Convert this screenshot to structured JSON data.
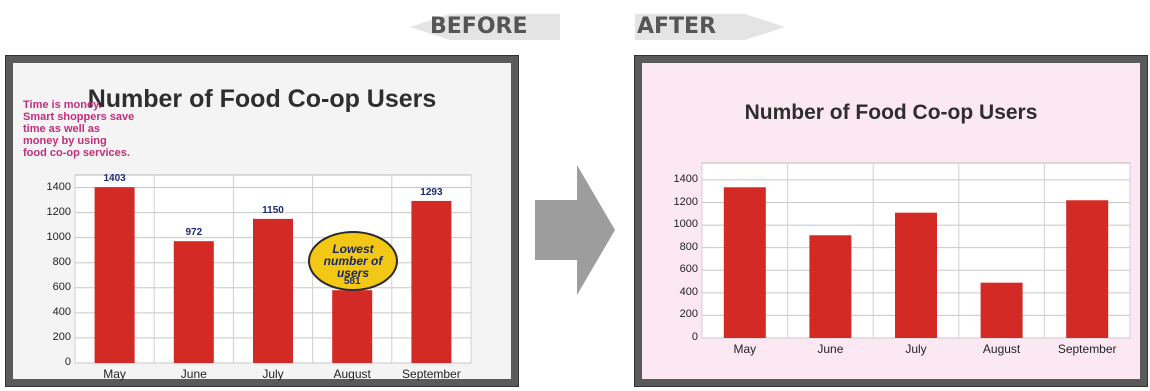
{
  "headers": {
    "before": "BEFORE",
    "after": "AFTER"
  },
  "colors": {
    "bar": "#d42a25",
    "after_bg": "#fbe8f3",
    "frame": "#5a5a5a",
    "oval": "#f3c814",
    "callout_text": "#c0307a"
  },
  "before_panel": {
    "message": [
      "Time is money.",
      "Smart shoppers save",
      "time as well as",
      "money by using",
      "food co-op services."
    ],
    "oval_callout": [
      "Lowest",
      "number of",
      "users"
    ]
  },
  "chart_data": [
    {
      "type": "bar",
      "title": "Number of Food Co-op Users",
      "categories": [
        "May",
        "June",
        "July",
        "August",
        "September"
      ],
      "values": [
        1403,
        972,
        1150,
        581,
        1293
      ],
      "data_labels": [
        "1403",
        "972",
        "1150",
        "581",
        "1293"
      ],
      "yticks": [
        0,
        200,
        400,
        600,
        800,
        1000,
        1200,
        1400
      ],
      "ylim": [
        0,
        1500
      ],
      "grid": true
    },
    {
      "type": "bar",
      "title": "Number of Food Co-op Users",
      "categories": [
        "May",
        "June",
        "July",
        "August",
        "September"
      ],
      "values": [
        1335,
        910,
        1110,
        490,
        1220
      ],
      "yticks": [
        0,
        200,
        400,
        600,
        800,
        1000,
        1200,
        1400
      ],
      "ylim": [
        0,
        1550
      ],
      "grid": true
    }
  ]
}
